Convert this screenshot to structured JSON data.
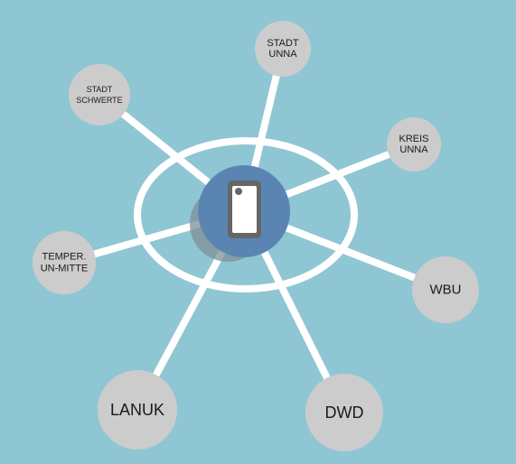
{
  "colors": {
    "background": "#8fc6d4",
    "connector": "#ffffff",
    "node": "#cccccc",
    "hub": "#5a85b3",
    "hub_shadow": "#7f8f97",
    "phone_body": "#666666",
    "phone_screen": "#ffffff"
  },
  "hub": {
    "icon": "smartphone-icon"
  },
  "nodes": [
    {
      "id": "stadt-unna",
      "lines": [
        "STADT",
        "UNNA"
      ]
    },
    {
      "id": "stadt-schwerte",
      "lines": [
        "STADT",
        "SCHWERTE"
      ]
    },
    {
      "id": "kreis-unna",
      "lines": [
        "KREIS",
        "UNNA"
      ]
    },
    {
      "id": "temper-un-mitte",
      "lines": [
        "TEMPER.",
        "UN-MITTE"
      ]
    },
    {
      "id": "wbu",
      "lines": [
        "WBU"
      ]
    },
    {
      "id": "lanuk",
      "lines": [
        "LANUK"
      ]
    },
    {
      "id": "dwd",
      "lines": [
        "DWD"
      ]
    }
  ]
}
